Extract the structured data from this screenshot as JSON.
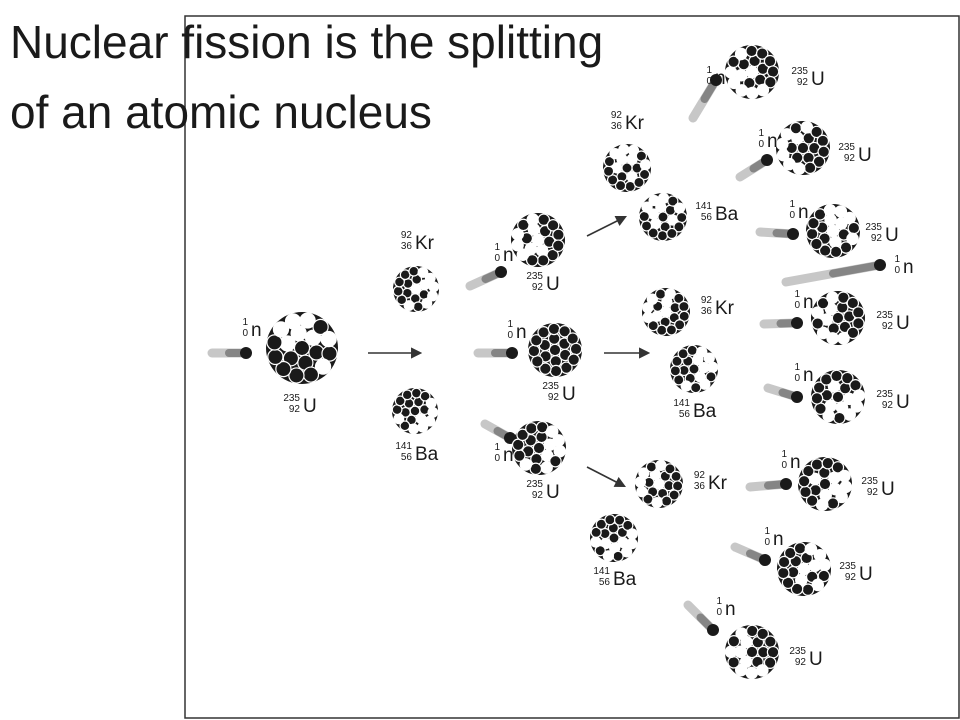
{
  "title": {
    "line1": "Nuclear fission is the splitting",
    "line2": "of an atomic nucleus"
  },
  "particles": {
    "neutron": {
      "symbol": "n",
      "mass": "1",
      "atomic": "0"
    },
    "uranium": {
      "symbol": "U",
      "mass": "235",
      "atomic": "92"
    },
    "krypton": {
      "symbol": "Kr",
      "mass": "92",
      "atomic": "36"
    },
    "barium": {
      "symbol": "Ba",
      "mass": "141",
      "atomic": "56"
    }
  },
  "colors": {
    "nucleus_dark": "#1a1a1a",
    "nucleus_light": "#ffffff",
    "frame": "#333333"
  }
}
